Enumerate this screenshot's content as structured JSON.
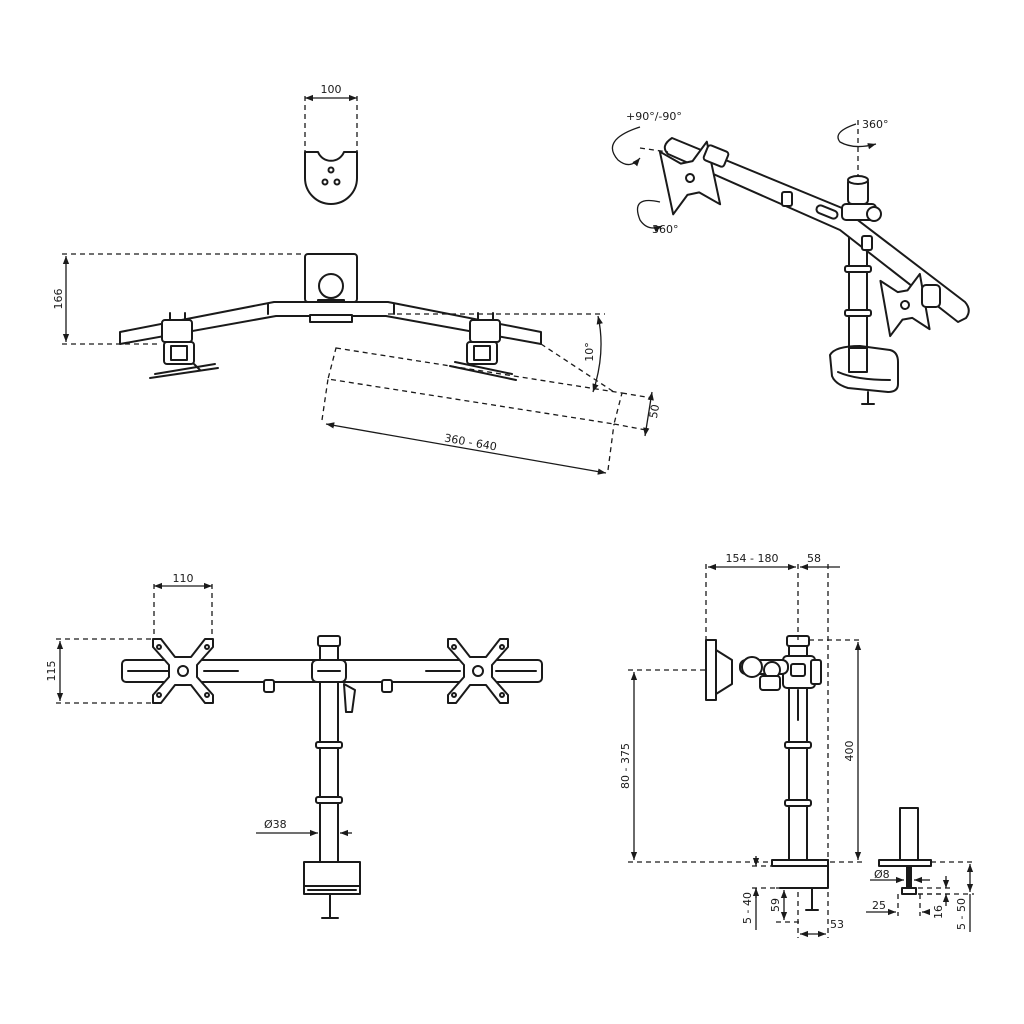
{
  "colors": {
    "ink": "#1a1a1a",
    "background": "#ffffff"
  },
  "top_view": {
    "clamp_width": "100",
    "height": "166",
    "angle": "10°",
    "depth": "50",
    "span": "360 - 640"
  },
  "perspective_view": {
    "rotate_pivot": "360°",
    "tilt": "+90°/-90°",
    "rotate_vesa": "360°"
  },
  "front_view": {
    "vesa_width": "110",
    "vesa_height": "115",
    "pole_diameter": "Ø38"
  },
  "side_view": {
    "reach": "154 - 180",
    "offset": "58",
    "height_range": "80 - 375",
    "pole_height": "400",
    "desk_thickness": "5 - 40",
    "clamp_depth": "59",
    "clamp_width": "53",
    "bolt_diameter": "Ø8",
    "bolt_plate": "25",
    "bolt_offset": "16",
    "grommet_thickness": "5 - 50"
  }
}
